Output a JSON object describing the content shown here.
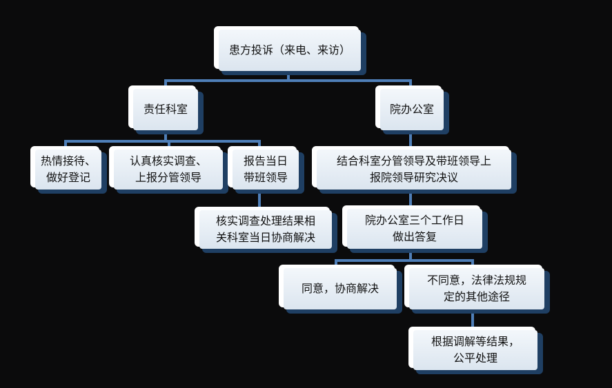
{
  "diagram": {
    "nodes": {
      "root": "患方投诉（来电、来访）",
      "dept_office": "责任科室",
      "hospital_office": "院办公室",
      "reception": "热情接待、\n做好登记",
      "investigate_report": "认真核实调查、\n上报分管领导",
      "report_duty_leader": "报告当日\n带班领导",
      "verify_negotiate": "核实调查处理结果相\n关科室当日协商解决",
      "combine_report": "结合科室分管领导及带班领导上\n报院领导研究决议",
      "reply_three_days": "院办公室三个工作日\n做出答复",
      "agree": "同意，协商解决",
      "disagree": "不同意，法律法规规\n定的其他途径",
      "mediation": "根据调解等结果，\n公平处理"
    }
  },
  "colors": {
    "connector": "#4f7fb8",
    "shadow": "#1f3f63",
    "background": "#0b0b0c"
  }
}
